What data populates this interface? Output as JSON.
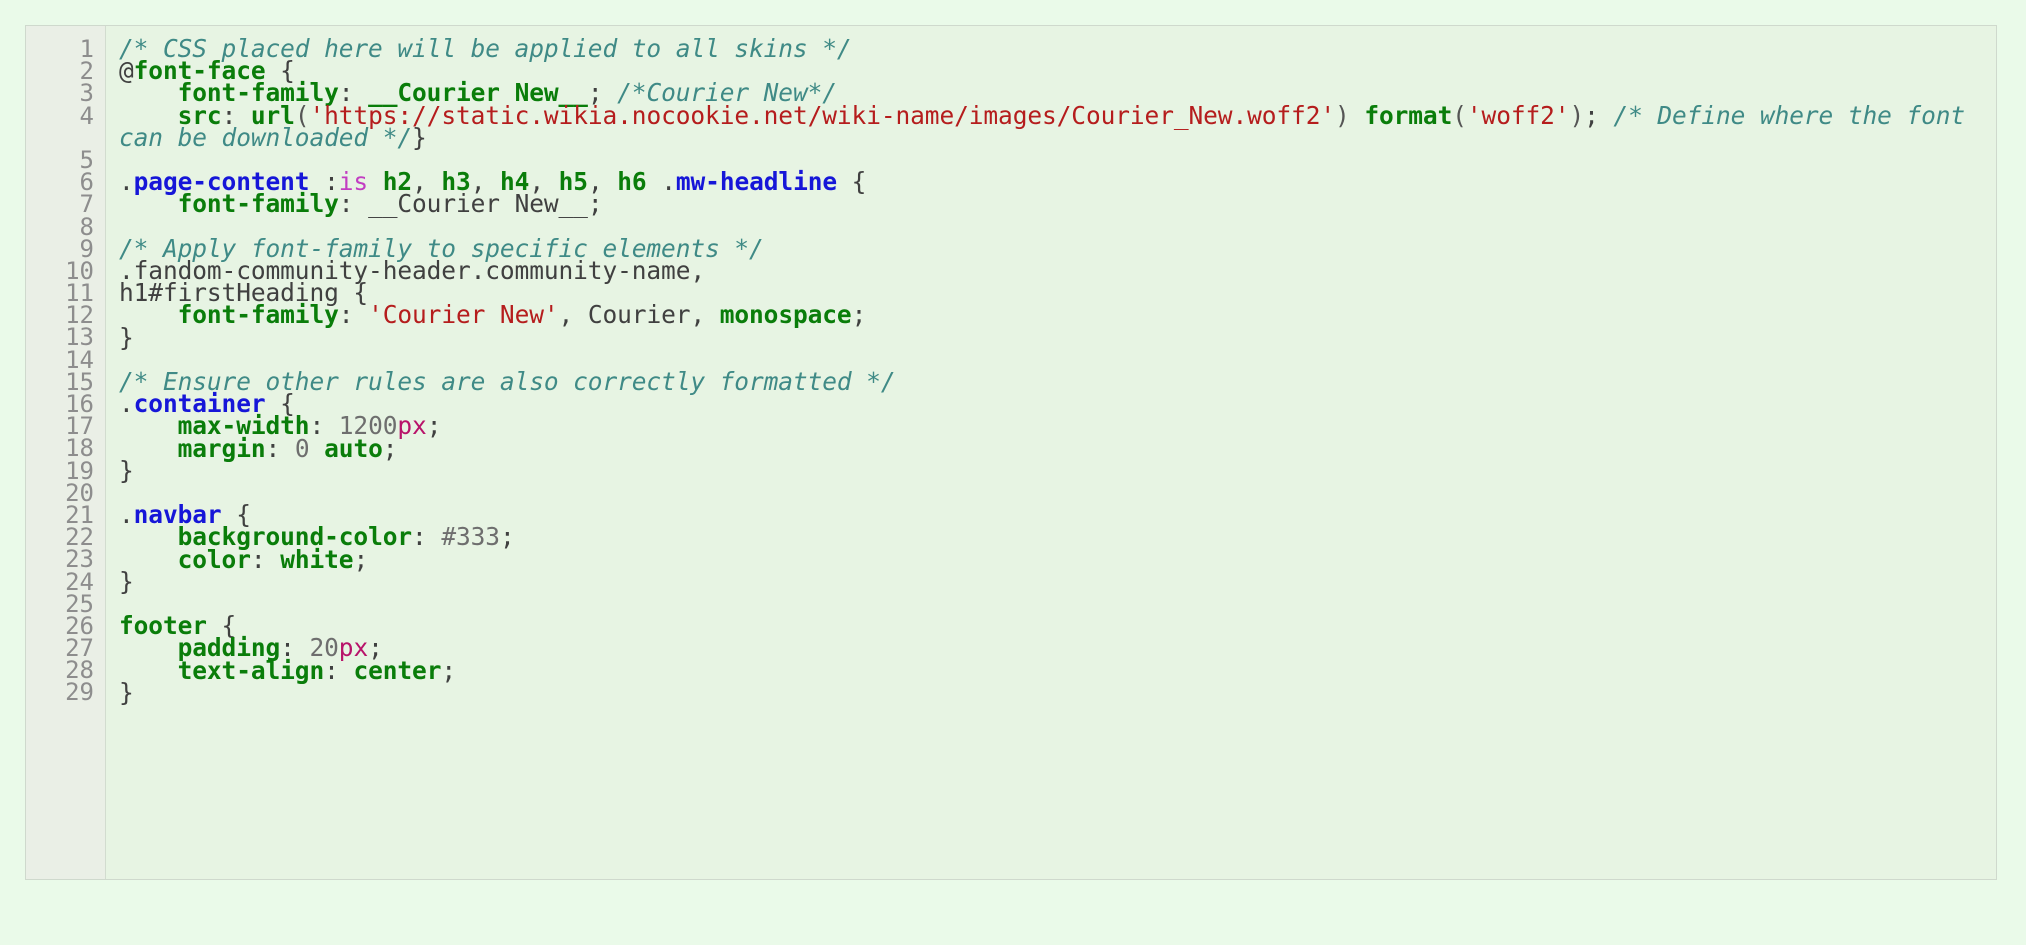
{
  "editor": {
    "name": "css-code-editor",
    "language": "CSS",
    "theme_background": "#e7f4e3",
    "page_background": "#eafae9",
    "gutter_background": "#eaefe6",
    "total_lines": 29,
    "colors": {
      "comment": "#3f8a86",
      "property": "#0a7d0a",
      "string": "#b51d1d",
      "class_selector": "#1616d8",
      "pseudo_class": "#c23ec2",
      "unit": "#b8136a",
      "plain_text": "#404040",
      "line_number": "#8d8d8d"
    },
    "gutter_numbers": [
      "1",
      "2",
      "3",
      "4",
      "",
      "5",
      "6",
      "7",
      "8",
      "9",
      "10",
      "11",
      "12",
      "13",
      "14",
      "15",
      "16",
      "17",
      "18",
      "19",
      "20",
      "21",
      "22",
      "23",
      "24",
      "25",
      "26",
      "27",
      "28",
      "29"
    ],
    "lines": [
      {
        "n": 1,
        "tokens": [
          {
            "t": "comment",
            "s": "/* CSS placed here will be applied to all skins */"
          }
        ]
      },
      {
        "n": 2,
        "tokens": [
          {
            "t": "plain",
            "s": "@"
          },
          {
            "t": "atrule",
            "s": "font-face"
          },
          {
            "t": "plain",
            "s": " {"
          }
        ]
      },
      {
        "n": 3,
        "tokens": [
          {
            "t": "plain",
            "s": "    "
          },
          {
            "t": "prop",
            "s": "font-family"
          },
          {
            "t": "plain",
            "s": ": "
          },
          {
            "t": "atrule",
            "s": "__Courier New__"
          },
          {
            "t": "plain",
            "s": "; "
          },
          {
            "t": "comment",
            "s": "/*Courier New*/"
          }
        ]
      },
      {
        "n": 4,
        "tokens": [
          {
            "t": "plain",
            "s": "    "
          },
          {
            "t": "prop",
            "s": "src"
          },
          {
            "t": "plain",
            "s": ": "
          },
          {
            "t": "func",
            "s": "url"
          },
          {
            "t": "punct",
            "s": "("
          },
          {
            "t": "string",
            "s": "'https://static.wikia.nocookie.net/wiki-name/images/Courier_New.woff2'"
          },
          {
            "t": "punct",
            "s": ") "
          },
          {
            "t": "func",
            "s": "format"
          },
          {
            "t": "punct",
            "s": "("
          },
          {
            "t": "string",
            "s": "'woff2'"
          },
          {
            "t": "punct",
            "s": ")"
          },
          {
            "t": "plain",
            "s": "; "
          },
          {
            "t": "comment",
            "s": "/* Define where the font can be downloaded */"
          },
          {
            "t": "plain",
            "s": "}"
          }
        ]
      },
      {
        "n": 5,
        "tokens": []
      },
      {
        "n": 6,
        "tokens": [
          {
            "t": "plain",
            "s": "."
          },
          {
            "t": "class",
            "s": "page-content"
          },
          {
            "t": "plain",
            "s": " :"
          },
          {
            "t": "pseudo",
            "s": "is"
          },
          {
            "t": "plain",
            "s": " "
          },
          {
            "t": "tag",
            "s": "h2"
          },
          {
            "t": "plain",
            "s": ", "
          },
          {
            "t": "tag",
            "s": "h3"
          },
          {
            "t": "plain",
            "s": ", "
          },
          {
            "t": "tag",
            "s": "h4"
          },
          {
            "t": "plain",
            "s": ", "
          },
          {
            "t": "tag",
            "s": "h5"
          },
          {
            "t": "plain",
            "s": ", "
          },
          {
            "t": "tag",
            "s": "h6"
          },
          {
            "t": "plain",
            "s": " ."
          },
          {
            "t": "class",
            "s": "mw-headline"
          },
          {
            "t": "plain",
            "s": " {"
          }
        ]
      },
      {
        "n": 7,
        "tokens": [
          {
            "t": "plain",
            "s": "    "
          },
          {
            "t": "prop",
            "s": "font-family"
          },
          {
            "t": "plain",
            "s": ": "
          },
          {
            "t": "value",
            "s": "__Courier New__"
          },
          {
            "t": "plain",
            "s": ";"
          }
        ]
      },
      {
        "n": 8,
        "tokens": []
      },
      {
        "n": 9,
        "tokens": [
          {
            "t": "comment",
            "s": "/* Apply font-family to specific elements */"
          }
        ]
      },
      {
        "n": 10,
        "tokens": [
          {
            "t": "plain",
            "s": ".fandom-community-header.community-name,"
          }
        ]
      },
      {
        "n": 11,
        "tokens": [
          {
            "t": "plain",
            "s": "h1#firstHeading {"
          }
        ]
      },
      {
        "n": 12,
        "tokens": [
          {
            "t": "plain",
            "s": "    "
          },
          {
            "t": "prop",
            "s": "font-family"
          },
          {
            "t": "plain",
            "s": ": "
          },
          {
            "t": "string",
            "s": "'Courier New'"
          },
          {
            "t": "plain",
            "s": ", "
          },
          {
            "t": "value",
            "s": "Courier"
          },
          {
            "t": "plain",
            "s": ", "
          },
          {
            "t": "keyword",
            "s": "monospace"
          },
          {
            "t": "plain",
            "s": ";"
          }
        ]
      },
      {
        "n": 13,
        "tokens": [
          {
            "t": "plain",
            "s": "}"
          }
        ]
      },
      {
        "n": 14,
        "tokens": []
      },
      {
        "n": 15,
        "tokens": [
          {
            "t": "comment",
            "s": "/* Ensure other rules are also correctly formatted */"
          }
        ]
      },
      {
        "n": 16,
        "tokens": [
          {
            "t": "plain",
            "s": "."
          },
          {
            "t": "class",
            "s": "container"
          },
          {
            "t": "plain",
            "s": " {"
          }
        ]
      },
      {
        "n": 17,
        "tokens": [
          {
            "t": "plain",
            "s": "    "
          },
          {
            "t": "prop",
            "s": "max-width"
          },
          {
            "t": "plain",
            "s": ": "
          },
          {
            "t": "number",
            "s": "1200"
          },
          {
            "t": "unit",
            "s": "px"
          },
          {
            "t": "plain",
            "s": ";"
          }
        ]
      },
      {
        "n": 18,
        "tokens": [
          {
            "t": "plain",
            "s": "    "
          },
          {
            "t": "prop",
            "s": "margin"
          },
          {
            "t": "plain",
            "s": ": "
          },
          {
            "t": "number",
            "s": "0"
          },
          {
            "t": "plain",
            "s": " "
          },
          {
            "t": "keyword",
            "s": "auto"
          },
          {
            "t": "plain",
            "s": ";"
          }
        ]
      },
      {
        "n": 19,
        "tokens": [
          {
            "t": "plain",
            "s": "}"
          }
        ]
      },
      {
        "n": 20,
        "tokens": []
      },
      {
        "n": 21,
        "tokens": [
          {
            "t": "plain",
            "s": "."
          },
          {
            "t": "class",
            "s": "navbar"
          },
          {
            "t": "plain",
            "s": " {"
          }
        ]
      },
      {
        "n": 22,
        "tokens": [
          {
            "t": "plain",
            "s": "    "
          },
          {
            "t": "prop",
            "s": "background-color"
          },
          {
            "t": "plain",
            "s": ": "
          },
          {
            "t": "number",
            "s": "#333"
          },
          {
            "t": "plain",
            "s": ";"
          }
        ]
      },
      {
        "n": 23,
        "tokens": [
          {
            "t": "plain",
            "s": "    "
          },
          {
            "t": "prop",
            "s": "color"
          },
          {
            "t": "plain",
            "s": ": "
          },
          {
            "t": "keyword",
            "s": "white"
          },
          {
            "t": "plain",
            "s": ";"
          }
        ]
      },
      {
        "n": 24,
        "tokens": [
          {
            "t": "plain",
            "s": "}"
          }
        ]
      },
      {
        "n": 25,
        "tokens": []
      },
      {
        "n": 26,
        "tokens": [
          {
            "t": "tag",
            "s": "footer"
          },
          {
            "t": "plain",
            "s": " {"
          }
        ]
      },
      {
        "n": 27,
        "tokens": [
          {
            "t": "plain",
            "s": "    "
          },
          {
            "t": "prop",
            "s": "padding"
          },
          {
            "t": "plain",
            "s": ": "
          },
          {
            "t": "number",
            "s": "20"
          },
          {
            "t": "unit",
            "s": "px"
          },
          {
            "t": "plain",
            "s": ";"
          }
        ]
      },
      {
        "n": 28,
        "tokens": [
          {
            "t": "plain",
            "s": "    "
          },
          {
            "t": "prop",
            "s": "text-align"
          },
          {
            "t": "plain",
            "s": ": "
          },
          {
            "t": "keyword",
            "s": "center"
          },
          {
            "t": "plain",
            "s": ";"
          }
        ]
      },
      {
        "n": 29,
        "tokens": [
          {
            "t": "plain",
            "s": "}"
          }
        ]
      }
    ]
  }
}
